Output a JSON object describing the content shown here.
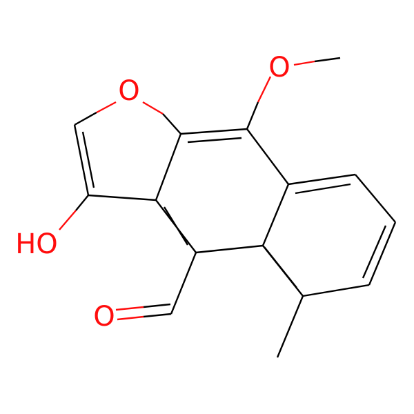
{
  "molecule": {
    "atoms": {
      "ring_oxygen": "O",
      "methoxy_oxygen": "O",
      "hydroxyl": "HO",
      "aldehyde_oxygen": "O"
    },
    "colors": {
      "bond": "#000000",
      "oxygen": "#ff0d0d"
    }
  }
}
